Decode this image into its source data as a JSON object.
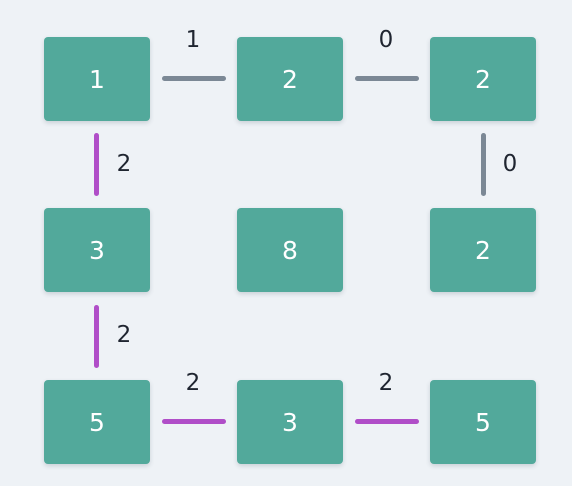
{
  "colors": {
    "background": "#eef2f6",
    "node_fill": "#52a99b",
    "node_text": "#ffffff",
    "edge_gray": "#7b8895",
    "edge_purple": "#b04ec8",
    "label_text": "#1f2530"
  },
  "grid": {
    "rows": [
      [
        "1",
        "2",
        "2"
      ],
      [
        "3",
        "8",
        "2"
      ],
      [
        "5",
        "3",
        "5"
      ]
    ]
  },
  "edges": [
    {
      "from": "r0c0",
      "to": "r0c1",
      "weight": "1",
      "color": "#7b8895"
    },
    {
      "from": "r0c1",
      "to": "r0c2",
      "weight": "0",
      "color": "#7b8895"
    },
    {
      "from": "r0c0",
      "to": "r1c0",
      "weight": "2",
      "color": "#b04ec8"
    },
    {
      "from": "r0c2",
      "to": "r1c2",
      "weight": "0",
      "color": "#7b8895"
    },
    {
      "from": "r1c0",
      "to": "r2c0",
      "weight": "2",
      "color": "#b04ec8"
    },
    {
      "from": "r2c0",
      "to": "r2c1",
      "weight": "2",
      "color": "#b04ec8"
    },
    {
      "from": "r2c1",
      "to": "r2c2",
      "weight": "2",
      "color": "#b04ec8"
    }
  ]
}
